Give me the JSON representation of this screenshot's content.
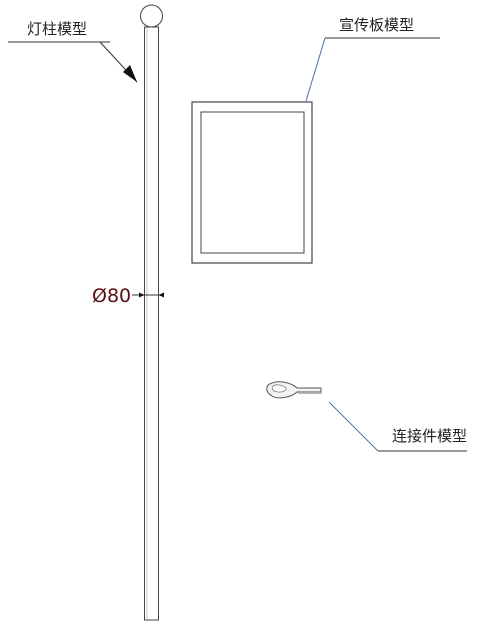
{
  "labels": {
    "pole": "灯柱模型",
    "board": "宣传板模型",
    "connector": "连接件模型"
  },
  "dimension": {
    "diameter": "Ø80"
  },
  "colors": {
    "line": "#444444",
    "leader_blue": "#4a6fa0",
    "dimension_text": "#5a1010"
  }
}
